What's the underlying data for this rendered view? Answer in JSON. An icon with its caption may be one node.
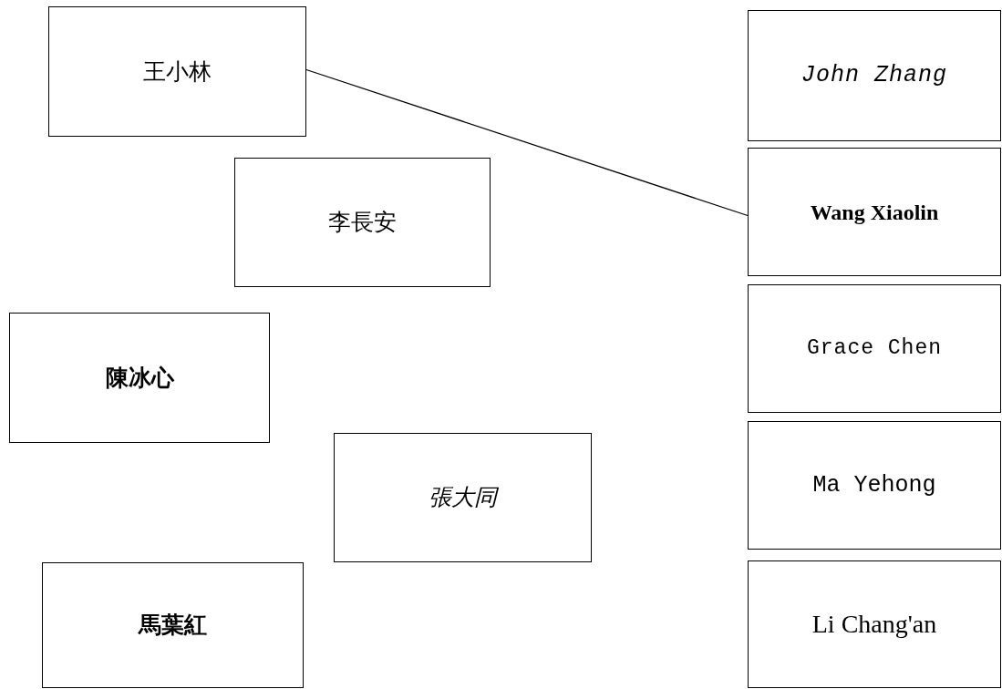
{
  "diagram": {
    "nodes": [
      {
        "text": [
          "王小林"
        ]
      },
      {
        "text": [
          "李長安"
        ]
      },
      {
        "text": [
          "陳冰心"
        ]
      },
      {
        "text": [
          "張大同"
        ]
      },
      {
        "text": [
          "馬葉紅"
        ]
      },
      {
        "text": [
          "John Zhang"
        ]
      },
      {
        "text": [
          "Wang Xiaolin"
        ]
      },
      {
        "text": [
          "Grace Chen"
        ]
      },
      {
        "text": [
          "Ma Yehong"
        ]
      },
      {
        "text": [
          "Li Chang'an"
        ]
      }
    ],
    "edges": [
      {
        "from": 0,
        "to": 6,
        "arrow": "none"
      }
    ]
  }
}
